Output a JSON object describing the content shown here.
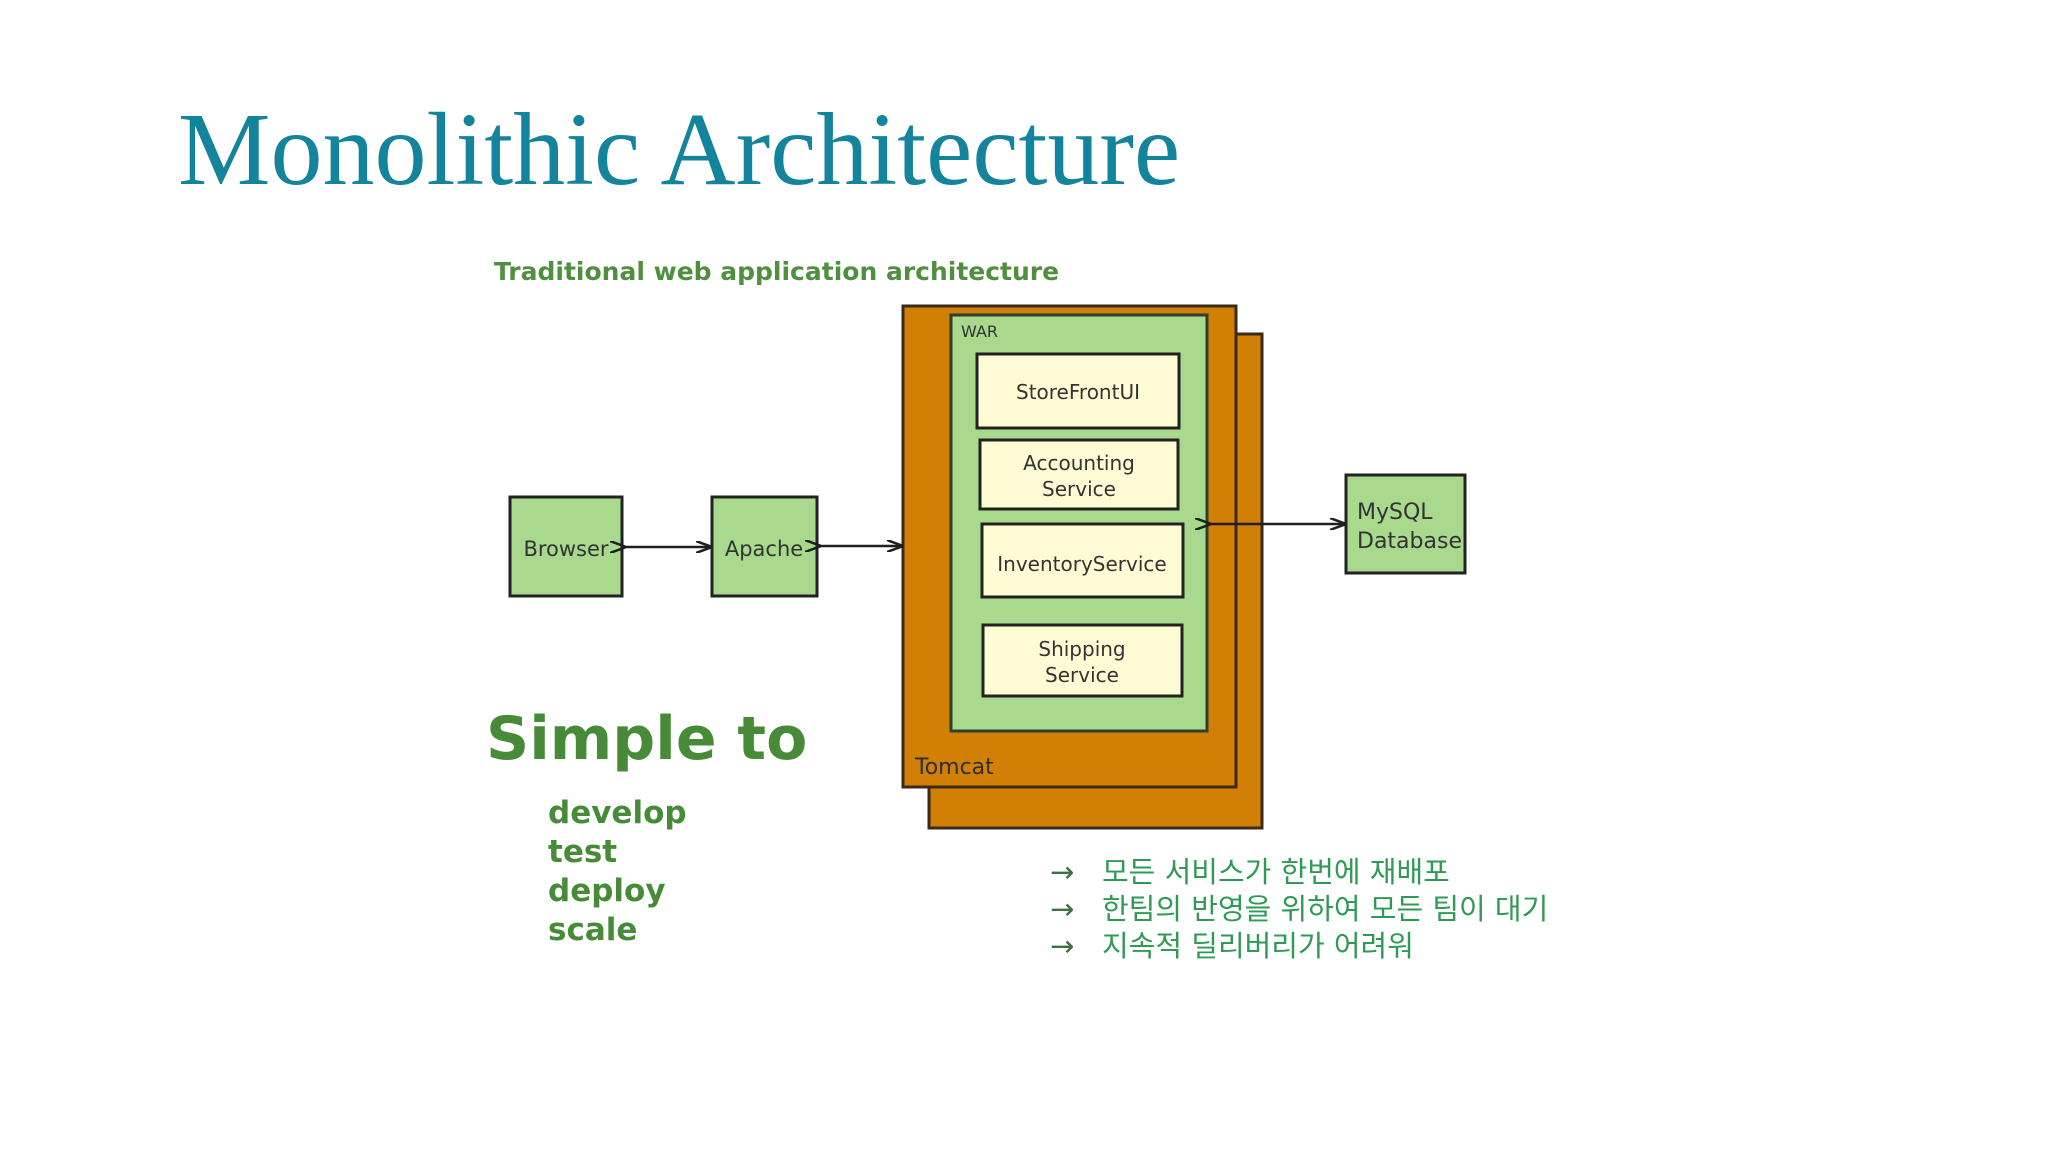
{
  "slide": {
    "title": "Monolithic Architecture"
  },
  "diagram": {
    "subtitle": "Traditional web application architecture",
    "browser": "Browser",
    "apache": "Apache",
    "war_label": "WAR",
    "tomcat_label": "Tomcat",
    "mysql_line1": "MySQL",
    "mysql_line2": "Database",
    "services": {
      "storefront": "StoreFrontUI",
      "accounting_line1": "Accounting",
      "accounting_line2": "Service",
      "inventory": "InventoryService",
      "shipping_line1": "Shipping",
      "shipping_line2": "Service"
    },
    "simple_to": "Simple to",
    "simple_items": [
      "develop",
      "test",
      "deploy",
      "scale"
    ]
  },
  "notes": [
    {
      "arrow": "→",
      "text": "모든 서비스가 한번에 재배포"
    },
    {
      "arrow": "→",
      "text": "한팀의 반영을 위하여 모든 팀이 대기"
    },
    {
      "arrow": "→",
      "text": "지속적 딜리버리가 어려워"
    }
  ],
  "colors": {
    "title": "#13849b",
    "diagram_green_box": "#a8d98d",
    "tomcat_orange": "#d27f05",
    "service_cream": "#fffbd5",
    "diagram_green_text": "#4f8f3f",
    "notes_green": "#2f9a55"
  }
}
